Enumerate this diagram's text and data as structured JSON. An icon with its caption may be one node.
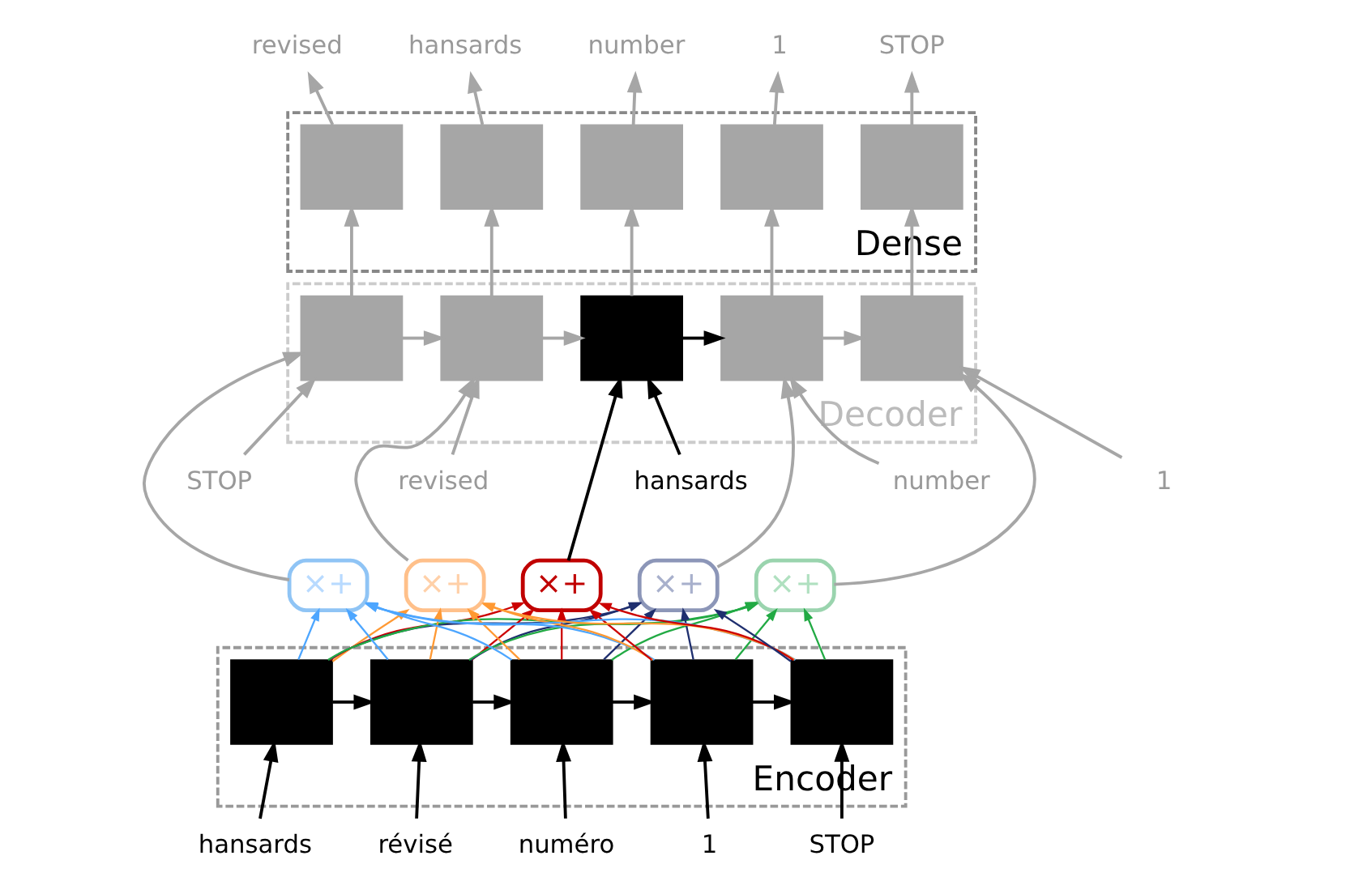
{
  "diagram": {
    "nodes": [
      {
        "text": [
          "Dense"
        ]
      },
      {
        "text": [],
        "shape": "box",
        "in": 0
      },
      {
        "text": [],
        "shape": "box",
        "in": 0
      },
      {
        "text": [],
        "shape": "box",
        "in": 0
      },
      {
        "text": [],
        "shape": "box",
        "in": 0
      },
      {
        "text": [],
        "shape": "box",
        "in": 0
      },
      {
        "text": [
          "Decoder"
        ]
      },
      {
        "text": [],
        "shape": "box",
        "in": 6
      },
      {
        "text": [],
        "shape": "box",
        "in": 6
      },
      {
        "text": [],
        "shape": "box",
        "in": 6
      },
      {
        "text": [],
        "shape": "box",
        "in": 6
      },
      {
        "text": [],
        "shape": "box",
        "in": 6
      },
      {
        "text": [
          "Encoder"
        ]
      },
      {
        "text": [],
        "shape": "box",
        "in": 12
      },
      {
        "text": [],
        "shape": "box",
        "in": 12
      },
      {
        "text": [],
        "shape": "box",
        "in": 12
      },
      {
        "text": [],
        "shape": "box",
        "in": 12
      },
      {
        "text": [],
        "shape": "box",
        "in": 12
      },
      {
        "text": [
          "×+"
        ]
      },
      {
        "text": [
          "×+"
        ]
      },
      {
        "text": [
          "×+"
        ]
      },
      {
        "text": [
          "×+"
        ]
      },
      {
        "text": [
          "×+"
        ]
      },
      {
        "text": [
          "revised"
        ]
      },
      {
        "text": [
          "hansards"
        ]
      },
      {
        "text": [
          "number"
        ]
      },
      {
        "text": [
          "1"
        ]
      },
      {
        "text": [
          "STOP"
        ]
      },
      {
        "text": [
          "STOP"
        ]
      },
      {
        "text": [
          "revised"
        ]
      },
      {
        "text": [
          "hansards"
        ]
      },
      {
        "text": [
          "number"
        ]
      },
      {
        "text": [
          "1"
        ]
      },
      {
        "text": [
          "hansards"
        ]
      },
      {
        "text": [
          "révisé"
        ]
      },
      {
        "text": [
          "numéro"
        ]
      },
      {
        "text": [
          "1"
        ]
      },
      {
        "text": [
          "STOP"
        ]
      }
    ],
    "edges": [
      {
        "from": 1,
        "to": 23,
        "arrow": "to"
      },
      {
        "from": 2,
        "to": 24,
        "arrow": "to"
      },
      {
        "from": 3,
        "to": 25,
        "arrow": "to"
      },
      {
        "from": 4,
        "to": 26,
        "arrow": "to"
      },
      {
        "from": 5,
        "to": 27,
        "arrow": "to"
      },
      {
        "from": 7,
        "to": 1,
        "arrow": "to"
      },
      {
        "from": 8,
        "to": 2,
        "arrow": "to"
      },
      {
        "from": 9,
        "to": 3,
        "arrow": "to"
      },
      {
        "from": 10,
        "to": 4,
        "arrow": "to"
      },
      {
        "from": 11,
        "to": 5,
        "arrow": "to"
      },
      {
        "from": 7,
        "to": 8,
        "arrow": "to"
      },
      {
        "from": 8,
        "to": 9,
        "arrow": "to"
      },
      {
        "from": 9,
        "to": 10,
        "arrow": "to",
        "color": "#000000"
      },
      {
        "from": 10,
        "to": 11,
        "arrow": "to"
      },
      {
        "from": 28,
        "to": 7,
        "arrow": "to"
      },
      {
        "from": 29,
        "to": 8,
        "arrow": "to"
      },
      {
        "from": 30,
        "to": 9,
        "arrow": "to",
        "color": "#000000"
      },
      {
        "from": 31,
        "to": 10,
        "arrow": "to"
      },
      {
        "from": 32,
        "to": 11,
        "arrow": "to"
      },
      {
        "from": 18,
        "to": 7,
        "arrow": "to"
      },
      {
        "from": 19,
        "to": 8,
        "arrow": "to"
      },
      {
        "from": 20,
        "to": 9,
        "arrow": "to",
        "color": "#000000"
      },
      {
        "from": 21,
        "to": 10,
        "arrow": "to"
      },
      {
        "from": 22,
        "to": 11,
        "arrow": "to"
      },
      {
        "from": 13,
        "to": 18,
        "arrow": "to",
        "color": "#4da6ff"
      },
      {
        "from": 14,
        "to": 18,
        "arrow": "to",
        "color": "#4da6ff"
      },
      {
        "from": 15,
        "to": 18,
        "arrow": "to",
        "color": "#4da6ff"
      },
      {
        "from": 16,
        "to": 18,
        "arrow": "to",
        "color": "#4da6ff"
      },
      {
        "from": 17,
        "to": 18,
        "arrow": "to",
        "color": "#4da6ff"
      },
      {
        "from": 13,
        "to": 19,
        "arrow": "to",
        "color": "#ff9933"
      },
      {
        "from": 14,
        "to": 19,
        "arrow": "to",
        "color": "#ff9933"
      },
      {
        "from": 15,
        "to": 19,
        "arrow": "to",
        "color": "#ff9933"
      },
      {
        "from": 16,
        "to": 19,
        "arrow": "to",
        "color": "#ff9933"
      },
      {
        "from": 17,
        "to": 19,
        "arrow": "to",
        "color": "#ff9933"
      },
      {
        "from": 13,
        "to": 20,
        "arrow": "to",
        "color": "#cc0000"
      },
      {
        "from": 14,
        "to": 20,
        "arrow": "to",
        "color": "#cc0000"
      },
      {
        "from": 15,
        "to": 20,
        "arrow": "to",
        "color": "#cc0000"
      },
      {
        "from": 16,
        "to": 20,
        "arrow": "to",
        "color": "#cc0000"
      },
      {
        "from": 17,
        "to": 20,
        "arrow": "to",
        "color": "#cc0000"
      },
      {
        "from": 13,
        "to": 21,
        "arrow": "to",
        "color": "#1f2f6f"
      },
      {
        "from": 14,
        "to": 21,
        "arrow": "to",
        "color": "#1f2f6f"
      },
      {
        "from": 15,
        "to": 21,
        "arrow": "to",
        "color": "#1f2f6f"
      },
      {
        "from": 16,
        "to": 21,
        "arrow": "to",
        "color": "#1f2f6f"
      },
      {
        "from": 17,
        "to": 21,
        "arrow": "to",
        "color": "#1f2f6f"
      },
      {
        "from": 13,
        "to": 22,
        "arrow": "to",
        "color": "#22aa44"
      },
      {
        "from": 14,
        "to": 22,
        "arrow": "to",
        "color": "#22aa44"
      },
      {
        "from": 15,
        "to": 22,
        "arrow": "to",
        "color": "#22aa44"
      },
      {
        "from": 16,
        "to": 22,
        "arrow": "to",
        "color": "#22aa44"
      },
      {
        "from": 17,
        "to": 22,
        "arrow": "to",
        "color": "#22aa44"
      },
      {
        "from": 13,
        "to": 14,
        "arrow": "to",
        "color": "#000000"
      },
      {
        "from": 14,
        "to": 15,
        "arrow": "to",
        "color": "#000000"
      },
      {
        "from": 15,
        "to": 16,
        "arrow": "to",
        "color": "#000000"
      },
      {
        "from": 16,
        "to": 17,
        "arrow": "to",
        "color": "#000000"
      },
      {
        "from": 33,
        "to": 13,
        "arrow": "to",
        "color": "#000000"
      },
      {
        "from": 34,
        "to": 14,
        "arrow": "to",
        "color": "#000000"
      },
      {
        "from": 35,
        "to": 15,
        "arrow": "to",
        "color": "#000000"
      },
      {
        "from": 36,
        "to": 16,
        "arrow": "to",
        "color": "#000000"
      },
      {
        "from": 37,
        "to": 17,
        "arrow": "to",
        "color": "#000000"
      }
    ]
  }
}
